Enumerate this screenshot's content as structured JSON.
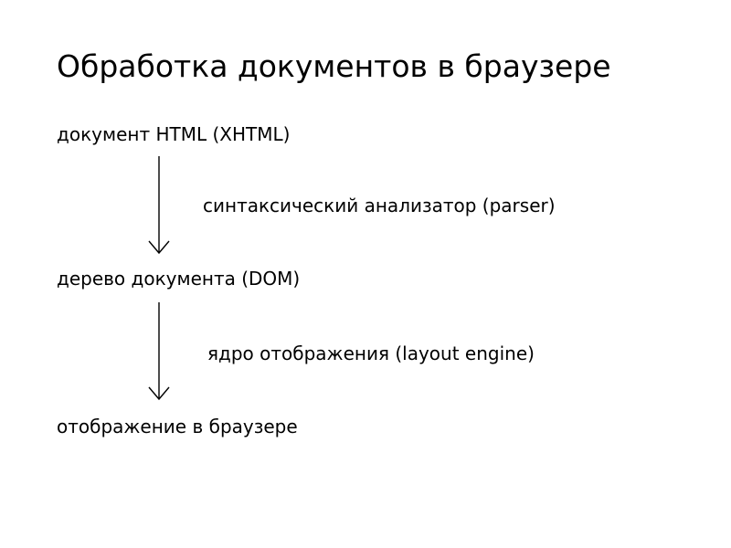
{
  "slide": {
    "title": "Обработка документов в браузере",
    "background_color": "#ffffff",
    "text_color": "#000000"
  },
  "diagram": {
    "type": "flow",
    "orientation": "vertical",
    "stages": [
      {
        "id": "stage-1",
        "label": "документ HTML (XHTML)"
      },
      {
        "id": "stage-2",
        "label": "дерево документа (DOM)"
      },
      {
        "id": "stage-3",
        "label": "отображение в браузере"
      }
    ],
    "edges": [
      {
        "id": "edge-1",
        "from": "stage-1",
        "to": "stage-2",
        "label": "синтаксический анализатор (parser)",
        "arrowhead": "open-v",
        "direction": "down"
      },
      {
        "id": "edge-2",
        "from": "stage-2",
        "to": "stage-3",
        "label": "ядро отображения (layout engine)",
        "arrowhead": "open-v",
        "direction": "down"
      }
    ],
    "stroke_color": "#000000"
  }
}
